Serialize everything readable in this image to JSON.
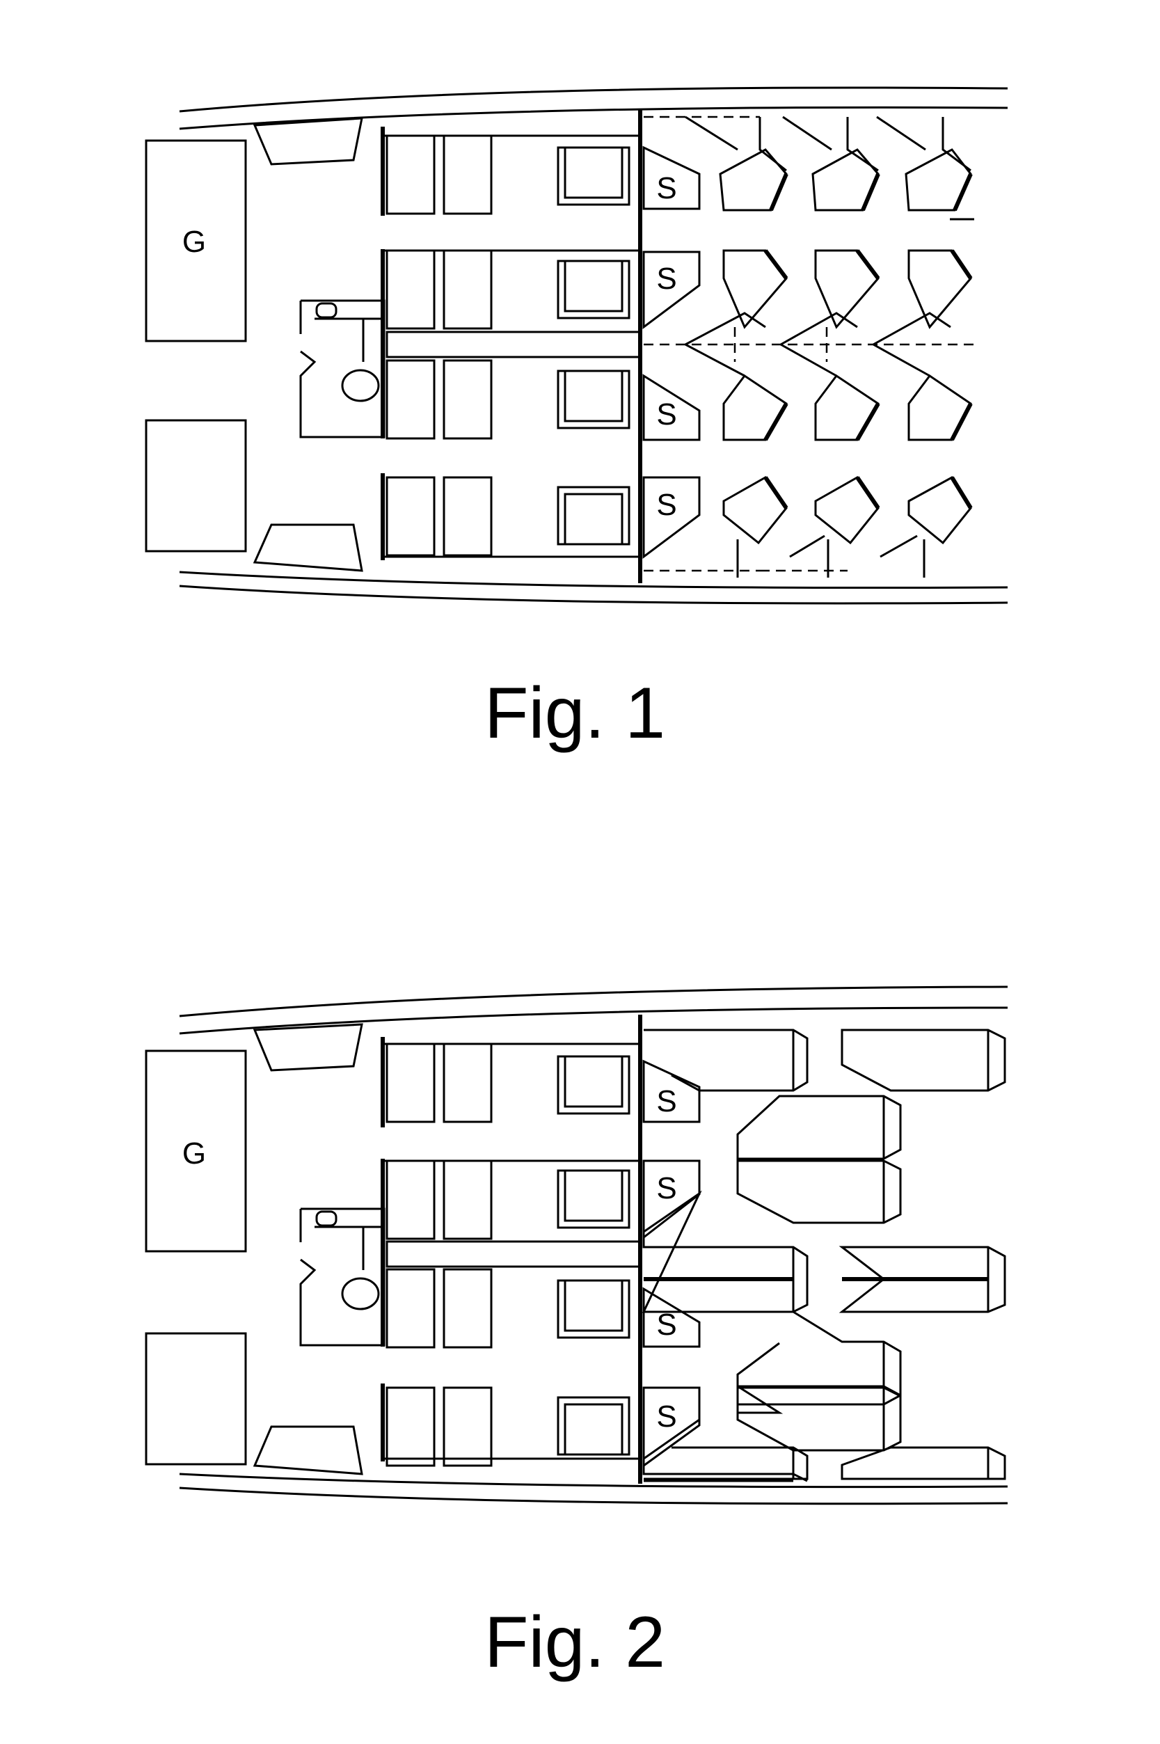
{
  "figures": [
    {
      "caption": "Fig. 1",
      "galley_label": "G",
      "stowage_label": "S"
    },
    {
      "caption": "Fig. 2",
      "galley_label": "G",
      "stowage_label": "S"
    }
  ]
}
